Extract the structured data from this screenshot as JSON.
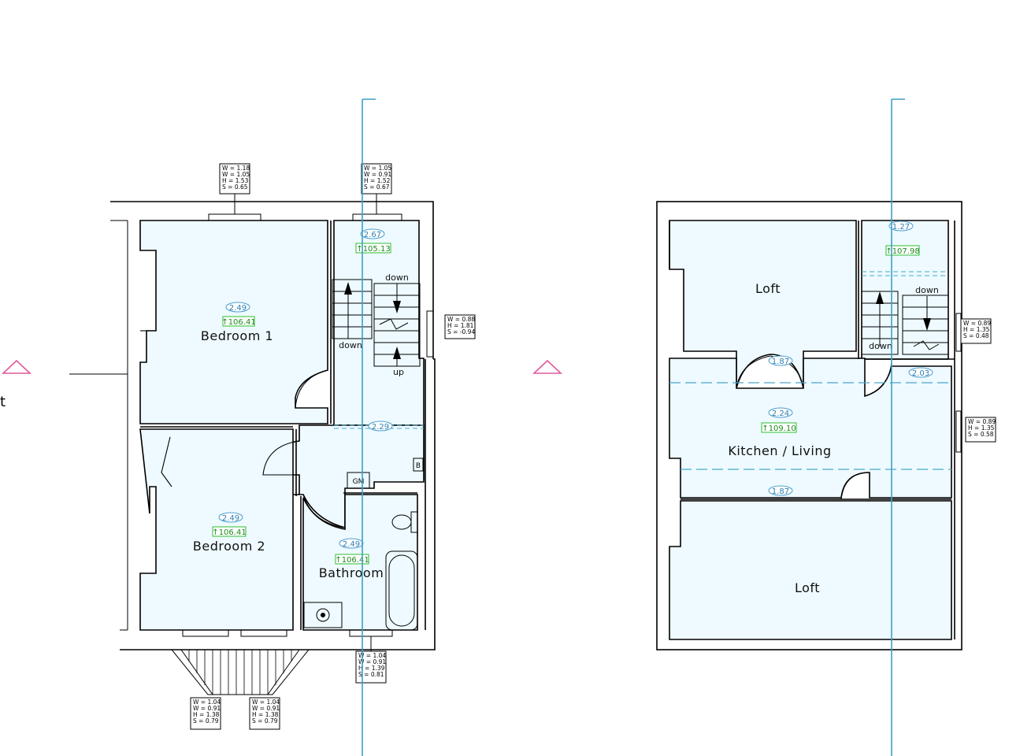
{
  "edge_text": "t",
  "rooms": {
    "bedroom1": "Bedroom  1",
    "bedroom2": "Bedroom  2",
    "bathroom": "Bathroom",
    "loft_top": "Loft",
    "kitchen_living": "Kitchen / Living",
    "loft_bottom": "Loft"
  },
  "stairs": {
    "first_down": "down",
    "first_up": "up",
    "first_landing_down": "down",
    "second_down": "down",
    "second_landing_down": "down"
  },
  "fixtures": {
    "gm": "GM",
    "b": "B"
  },
  "ceiling_heights": {
    "bedroom1": "2.49",
    "bedroom2": "2.49",
    "bathroom": "2.49",
    "stair_top": "2.67",
    "landing": "2.29",
    "loft_stair": "1.27",
    "loft_door": "1.87",
    "kitchen_right": "2.03",
    "kitchen": "2.24",
    "kitchen_bottom": "1.87"
  },
  "levels": {
    "bedroom1": "↑106.41",
    "bedroom2": "↑106.41",
    "bathroom": "↑106.41",
    "stair_top": "↑105.13",
    "loft_stair": "↑107.98",
    "kitchen": "↑109.10"
  },
  "windows": {
    "top_left": [
      "W = 1.18",
      "W = 1.05",
      "H = 1.53",
      "S = 0.65"
    ],
    "top_mid": [
      "W = 1.05",
      "W = 0.91",
      "H = 1.52",
      "S = 0.67"
    ],
    "right_first": [
      "W = 0.88",
      "H = 1.81",
      "S = -0.94"
    ],
    "bottom_bath": [
      "W = 1.04",
      "W = 0.91",
      "H = 1.39",
      "S = 0.81"
    ],
    "bay_left": [
      "W = 1.04",
      "W = 0.91",
      "H = 1.38",
      "S = 0.79"
    ],
    "bay_right": [
      "W = 1.04",
      "W = 0.91",
      "H = 1.38",
      "S = 0.79"
    ],
    "right_loft_stair": [
      "W = 0.89",
      "H = 1.35",
      "S = 0.48"
    ],
    "right_kitchen": [
      "W = 0.89",
      "H = 1.35",
      "S = 0.58"
    ]
  },
  "colors": {
    "room_fill": "#eefaff",
    "section_line": "#3aa0c8",
    "level_green": "#2fbf2f",
    "height_blue": "#2f7fb3",
    "marker_pink": "#e05a9a"
  }
}
